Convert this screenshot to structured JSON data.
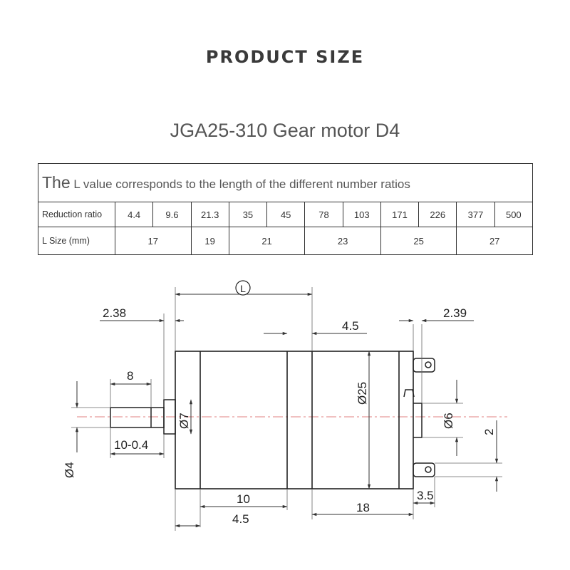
{
  "header": {
    "section_title": "PRODUCT SIZE"
  },
  "product": {
    "title": "JGA25-310 Gear motor D4"
  },
  "ratio_table": {
    "note_lead": "The",
    "note_rest": " L value corresponds to the length of the different number ratios",
    "row1_label": "Reduction ratio",
    "ratios": [
      "4.4",
      "9.6",
      "21.3",
      "35",
      "45",
      "78",
      "103",
      "171",
      "226",
      "377",
      "500"
    ],
    "row2_label": "L Size (mm)",
    "l_sizes": [
      {
        "value": "17",
        "span": 2
      },
      {
        "value": "19",
        "span": 1
      },
      {
        "value": "21",
        "span": 2
      },
      {
        "value": "23",
        "span": 2
      },
      {
        "value": "25",
        "span": 2
      },
      {
        "value": "27",
        "span": 2
      }
    ]
  },
  "drawing": {
    "dims": {
      "L": "L",
      "d238": "2.38",
      "d45_top": "4.5",
      "d239": "2.39",
      "d8": "8",
      "d25": "Ø25",
      "d7": "Ø7",
      "d6": "Ø6",
      "d2": "2",
      "d10_04": "10-0.4",
      "d4": "Ø4",
      "d10": "10",
      "d18": "18",
      "d35": "3.5",
      "d45_bottom": "4.5"
    }
  }
}
